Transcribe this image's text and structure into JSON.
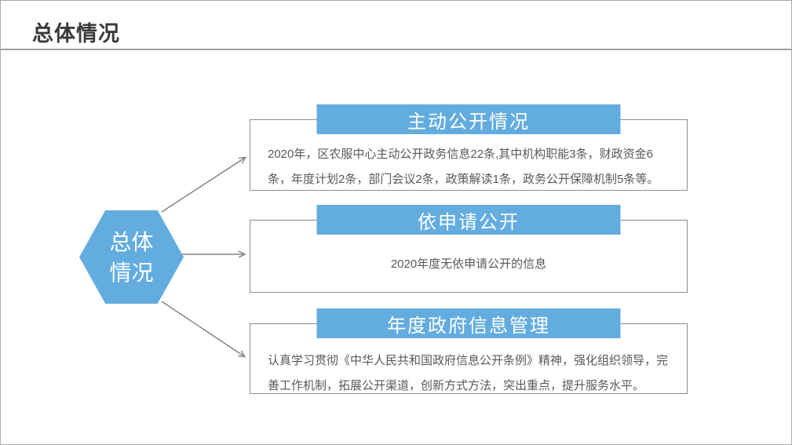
{
  "slide": {
    "title": "总体情况",
    "hexagon": {
      "lines": [
        "总体",
        "情况"
      ]
    },
    "sections": [
      {
        "header": "主动公开情况",
        "body": "2020年，区农服中心主动公开政务信息22条,其中机构职能3条，财政资金6条，年度计划2条，部门会议2条，政策解读1条，政务公开保障机制5条等。"
      },
      {
        "header": "依申请公开",
        "body": "2020年度无依申请公开的信息"
      },
      {
        "header": "年度政府信息管理",
        "body": "认真学习贯彻《中华人民共和国政府信息公开条例》精神，强化组织领导，完善工作机制，拓展公开渠道，创新方式方法，突出重点，提升服务水平。"
      }
    ],
    "colors": {
      "accent": "#63acdf",
      "body_text": "#595959",
      "title_text": "#3a3a3a",
      "connector_line": "#808080"
    }
  }
}
